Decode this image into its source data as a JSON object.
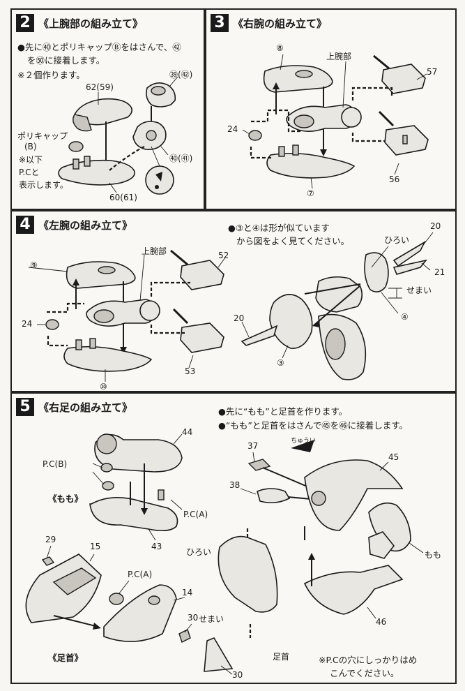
{
  "step2": {
    "number": "2",
    "title": "《上腕部の組み立て》",
    "note_line1": "●先に㊵とポリキャップⒷをはさんで、㊷",
    "note_line2": "を㊿に接着します。",
    "note_line3": "※２個作ります。",
    "labels": {
      "p39": "㊴(㊷)",
      "p62": "62(59)",
      "p40": "㊵(㊶)",
      "p60": "60(61)",
      "polycap": "ポリキャップ",
      "polycap_b": "(B)",
      "note_below1": "※以下",
      "note_below2": "P.Cと",
      "note_below3": "表示します。"
    }
  },
  "step3": {
    "number": "3",
    "title": "《右腕の組み立て》",
    "labels": {
      "p8": "⑧",
      "upper_arm": "上腕部",
      "p57": "57",
      "p24": "24",
      "p56": "56",
      "p7": "⑦"
    }
  },
  "step4": {
    "number": "4",
    "title": "《左腕の組み立て》",
    "note_line1": "●③と④は形が似ています",
    "note_line2": "から図をよく見てください。",
    "labels": {
      "p9": "⑨",
      "upper_arm": "上腕部",
      "p52": "52",
      "p24": "24",
      "p10": "⑩",
      "p53": "53",
      "hiroi": "ひろい",
      "semai": "せまい",
      "p20a": "20",
      "p21": "21",
      "p4": "④",
      "p20b": "20",
      "p3": "③"
    }
  },
  "step5": {
    "number": "5",
    "title": "《右足の組み立て》",
    "note_line1": "●先に“もも”と足首を作ります。",
    "note_line2": "●“もも”と足首をはさんで㊺を㊻に接着します。",
    "labels": {
      "p44": "44",
      "pcb": "P.C(B)",
      "momo_cap": "《もも》",
      "pca1": "P.C(A)",
      "p43": "43",
      "p29": "29",
      "p15": "15",
      "pca2": "P.C(A)",
      "p14": "14",
      "p30a": "30",
      "ashikubi_cap": "《足首》",
      "p30b": "30",
      "p37": "37",
      "churui": "ちゅうい",
      "p45": "45",
      "p38": "38",
      "hiroi": "ひろい",
      "semai": "せまい",
      "momo": "もも",
      "p46": "46",
      "ashikubi": "足首",
      "pc_note1": "※P.Cの穴にしっかりはめ",
      "pc_note2": "こんでください。"
    }
  }
}
